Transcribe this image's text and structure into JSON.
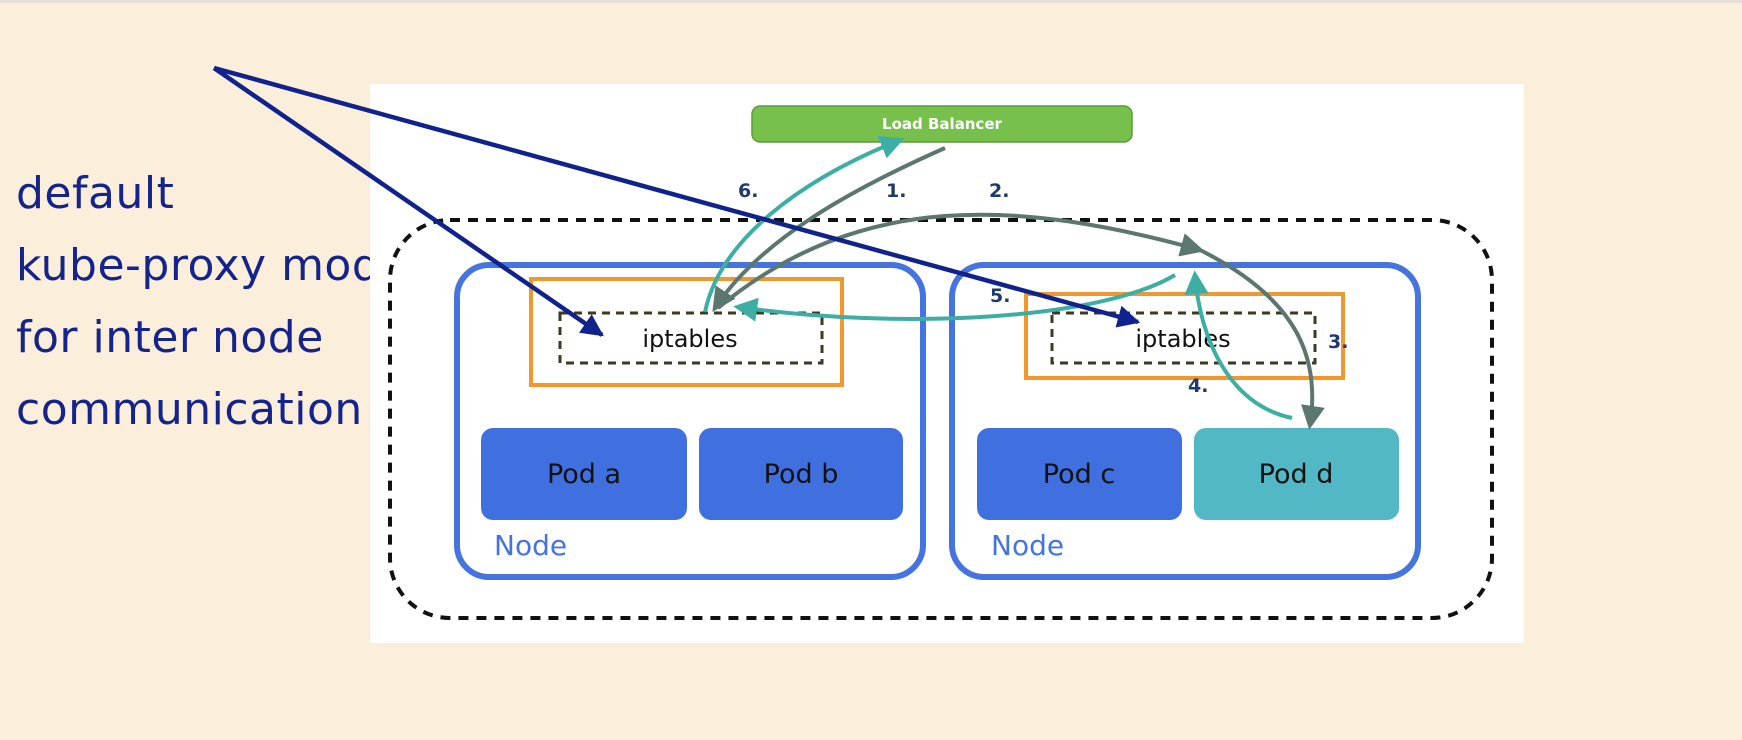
{
  "slide": {
    "lines": [
      "default",
      "kube-proxy mode",
      "for inter node",
      "communication"
    ]
  },
  "diagram": {
    "load_balancer": "Load Balancer",
    "nodes": [
      {
        "label": "Node",
        "iptables": "iptables",
        "pods": [
          "Pod a",
          "Pod b"
        ]
      },
      {
        "label": "Node",
        "iptables": "iptables",
        "pods": [
          "Pod c",
          "Pod d"
        ]
      }
    ],
    "steps": [
      "1.",
      "2.",
      "3.",
      "4.",
      "5.",
      "6."
    ]
  },
  "colors": {
    "background": "#fbeeda",
    "text_navy": "#14248c",
    "load_balancer": "#78c04c",
    "node_border": "#4574de",
    "pod": "#4070e0",
    "pod_highlight": "#52b8c6",
    "highlight_box": "#f2962e",
    "flow_gray": "#5c7670",
    "flow_teal": "#3caea4",
    "annotation_arrow": "#10238c"
  }
}
